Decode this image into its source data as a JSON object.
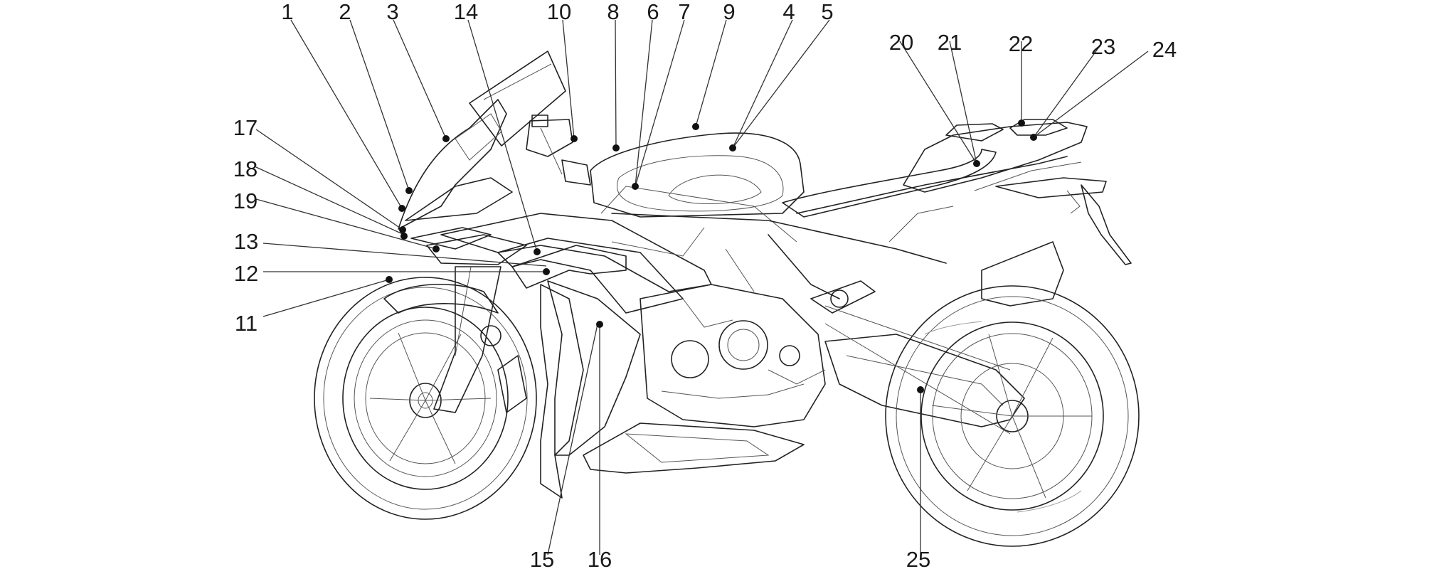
{
  "diagram": {
    "callouts": [
      {
        "id": "1",
        "label": "1"
      },
      {
        "id": "2",
        "label": "2"
      },
      {
        "id": "3",
        "label": "3"
      },
      {
        "id": "4",
        "label": "4"
      },
      {
        "id": "5",
        "label": "5"
      },
      {
        "id": "6",
        "label": "6"
      },
      {
        "id": "7",
        "label": "7"
      },
      {
        "id": "8",
        "label": "8"
      },
      {
        "id": "9",
        "label": "9"
      },
      {
        "id": "10",
        "label": "10"
      },
      {
        "id": "11",
        "label": "11"
      },
      {
        "id": "12",
        "label": "12"
      },
      {
        "id": "13",
        "label": "13"
      },
      {
        "id": "14",
        "label": "14"
      },
      {
        "id": "15",
        "label": "15"
      },
      {
        "id": "16",
        "label": "16"
      },
      {
        "id": "17",
        "label": "17"
      },
      {
        "id": "18",
        "label": "18"
      },
      {
        "id": "19",
        "label": "19"
      },
      {
        "id": "20",
        "label": "20"
      },
      {
        "id": "21",
        "label": "21"
      },
      {
        "id": "22",
        "label": "22"
      },
      {
        "id": "23",
        "label": "23"
      },
      {
        "id": "24",
        "label": "24"
      },
      {
        "id": "25",
        "label": "25"
      }
    ]
  }
}
